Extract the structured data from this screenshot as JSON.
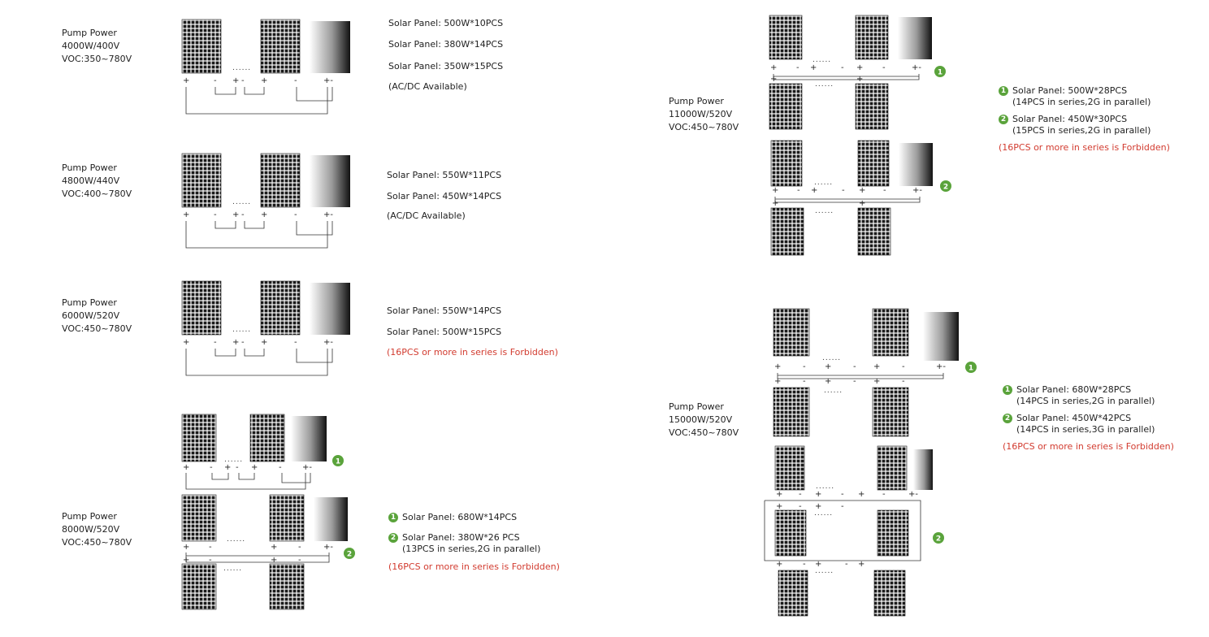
{
  "icons": [
    "solar-panel-icon",
    "pump-controller-icon",
    "step-badge-icon"
  ],
  "colors": {
    "warning": "#d23b2f",
    "badge": "#5aa33b",
    "text": "#222222",
    "panel": "#1a1a1a"
  },
  "configs": [
    {
      "pump": [
        "Pump Power",
        "4000W/400V",
        "VOC:350~780V"
      ],
      "lines": [
        "Solar Panel: 500W*10PCS",
        "Solar Panel: 380W*14PCS",
        "Solar Panel: 350W*15PCS",
        "(AC/DC Available)"
      ]
    },
    {
      "pump": [
        "Pump Power",
        "4800W/440V",
        "VOC:400~780V"
      ],
      "lines": [
        "Solar Panel: 550W*11PCS",
        "Solar Panel: 450W*14PCS",
        "(AC/DC Available)"
      ]
    },
    {
      "pump": [
        "Pump Power",
        "6000W/520V",
        "VOC:450~780V"
      ],
      "lines": [
        "Solar Panel: 550W*14PCS",
        "Solar Panel: 500W*15PCS"
      ],
      "warning": "(16PCS  or more in series is  Forbidden)"
    },
    {
      "pump": [
        "Pump Power",
        "8000W/520V",
        "VOC:450~780V"
      ],
      "items": [
        {
          "num": "1",
          "text": "Solar Panel: 680W*14PCS",
          "sub": ""
        },
        {
          "num": "2",
          "text": "Solar Panel: 380W*26 PCS",
          "sub": "(13PCS in series,2G in parallel)"
        }
      ],
      "warning": "(16PCS  or more in series is  Forbidden)"
    },
    {
      "pump": [
        "Pump Power",
        "11000W/520V",
        "VOC:450~780V"
      ],
      "items": [
        {
          "num": "1",
          "text": "Solar Panel: 500W*28PCS",
          "sub": "(14PCS in series,2G in parallel)"
        },
        {
          "num": "2",
          "text": "Solar Panel: 450W*30PCS",
          "sub": "(15PCS in series,2G in parallel)"
        }
      ],
      "warning": "(16PCS  or more in series is  Forbidden)"
    },
    {
      "pump": [
        "Pump Power",
        "15000W/520V",
        "VOC:450~780V"
      ],
      "items": [
        {
          "num": "1",
          "text": "Solar Panel: 680W*28PCS",
          "sub": "(14PCS in series,2G in parallel)"
        },
        {
          "num": "2",
          "text": "Solar Panel: 450W*42PCS",
          "sub": "(14PCS in series,3G in parallel)"
        }
      ],
      "warning": "(16PCS  or more in series is  Forbidden)"
    }
  ]
}
